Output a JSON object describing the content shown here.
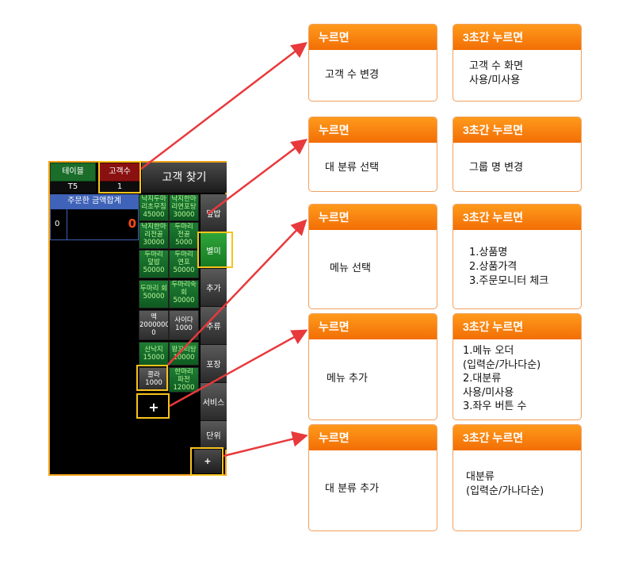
{
  "phone": {
    "table_label": "테이블",
    "table_value": "T5",
    "guests_label": "고객수",
    "guests_value": "1",
    "find_customer": "고객 찾기",
    "order_total_label": "주문한 금액합계",
    "count": "0",
    "amount": "0",
    "menu_items": [
      "낙지두마\n리초무침\n45000",
      "낙지한마\n리연포탕\n30000",
      "낙지한마\n리전골\n30000",
      "두마리\n전골\n5000",
      "두마리\n덮밥\n50000",
      "두마리\n연포\n50000",
      "두마리 회\n50000",
      "두마리숙\n회\n50000",
      "맥\n2000000\n0",
      "사이다\n1000",
      "산낙지\n15000",
      "왕꼬리탕\n10000",
      "콜라\n1000",
      "한마리\n파전\n12000"
    ],
    "add_menu": "+",
    "categories": [
      "덮밥",
      "별미",
      "추가",
      "주류",
      "포장",
      "서비스",
      "단위"
    ],
    "add_category": "+"
  },
  "annotations": [
    {
      "press": "누르면",
      "press_desc": "고객 수 변경",
      "hold": "3초간 누르면",
      "hold_desc": "고객 수 화면\n사용/미사용"
    },
    {
      "press": "누르면",
      "press_desc": "대 분류 선택",
      "hold": "3초간 누르면",
      "hold_desc": "그룹 명 변경"
    },
    {
      "press": "누르면",
      "press_desc": "메뉴 선택",
      "hold": "3초간 누르면",
      "hold_desc": "1.상품명\n2.상품가격\n3.주문모니터 체크"
    },
    {
      "press": "누르면",
      "press_desc": "메뉴 추가",
      "hold": "3초간 누르면",
      "hold_desc": "1.메뉴 오더\n  (입력순/가나다순)\n2.대분류\n  사용/미사용\n3.좌우 버튼 수"
    },
    {
      "press": "누르면",
      "press_desc": "대 분류 추가",
      "hold": "3초간 누르면",
      "hold_desc": "대분류\n(입력순/가나다순)"
    }
  ],
  "colors": {
    "accent": "#f7c31c",
    "header_orange": "#f58a12",
    "arrow": "#e8393c",
    "phone_border": "#f1a21a"
  }
}
